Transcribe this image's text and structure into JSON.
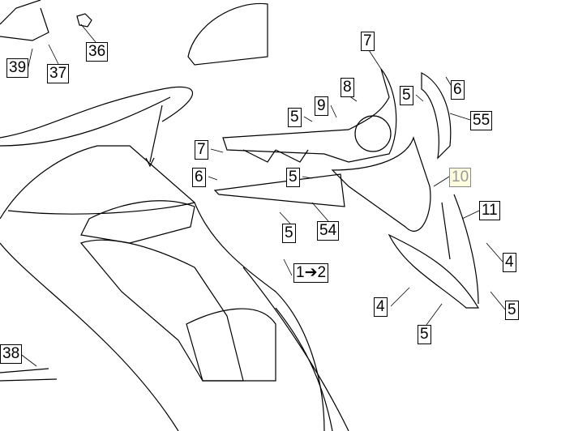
{
  "callouts": [
    {
      "id": "39",
      "label": "39"
    },
    {
      "id": "36",
      "label": "36"
    },
    {
      "id": "37",
      "label": "37"
    },
    {
      "id": "7a",
      "label": "7"
    },
    {
      "id": "8",
      "label": "8"
    },
    {
      "id": "9",
      "label": "9"
    },
    {
      "id": "5a",
      "label": "5"
    },
    {
      "id": "5b",
      "label": "5"
    },
    {
      "id": "6a",
      "label": "6"
    },
    {
      "id": "55",
      "label": "55"
    },
    {
      "id": "7b",
      "label": "7"
    },
    {
      "id": "6b",
      "label": "6"
    },
    {
      "id": "5c",
      "label": "5"
    },
    {
      "id": "5d",
      "label": "5"
    },
    {
      "id": "54",
      "label": "54"
    },
    {
      "id": "10",
      "label": "10",
      "highlighted": true
    },
    {
      "id": "11",
      "label": "11"
    },
    {
      "id": "4a",
      "label": "4"
    },
    {
      "id": "12",
      "label": "1➔2"
    },
    {
      "id": "4b",
      "label": "4"
    },
    {
      "id": "5e",
      "label": "5"
    },
    {
      "id": "5f",
      "label": "5"
    },
    {
      "id": "38",
      "label": "38"
    }
  ],
  "colors": {
    "highlight": "#fdfde0",
    "line": "#000000"
  }
}
